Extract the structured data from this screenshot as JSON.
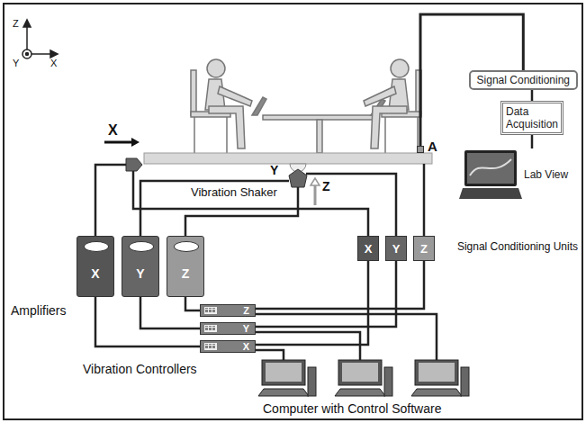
{
  "diagram": {
    "nodes": [
      {
        "text": [
          "A"
        ]
      },
      {
        "text": [
          "Signal Conditioning"
        ]
      },
      {
        "text": [
          "Data Acquisition"
        ]
      },
      {
        "text": [
          "Lab View"
        ]
      },
      {
        "text": [
          "X"
        ]
      },
      {
        "text": [
          "Y"
        ]
      },
      {
        "text": [
          "Z"
        ]
      },
      {
        "text": [
          "X"
        ]
      },
      {
        "text": [
          "Y"
        ]
      },
      {
        "text": [
          "Z"
        ]
      },
      {
        "text": [
          "Z"
        ]
      },
      {
        "text": [
          "Y"
        ]
      },
      {
        "text": [
          "X"
        ]
      }
    ],
    "edges": [
      {
        "from": 0,
        "to": 1,
        "arrow": "none"
      },
      {
        "from": 1,
        "to": 2,
        "arrow": "none"
      },
      {
        "from": 2,
        "to": 3,
        "arrow": "none"
      },
      {
        "from": 4,
        "to": 12,
        "arrow": "none"
      },
      {
        "from": 5,
        "to": 11,
        "arrow": "none"
      },
      {
        "from": 6,
        "to": 10,
        "arrow": "none"
      },
      {
        "from": 12,
        "to": 7,
        "arrow": "none"
      },
      {
        "from": 11,
        "to": 8,
        "arrow": "none"
      },
      {
        "from": 10,
        "to": 9,
        "arrow": "none"
      }
    ],
    "labels": [
      "Z",
      "Y",
      "X",
      "X",
      "Y",
      "Vibration Shaker",
      "Z",
      "Signal Conditioning Units",
      "Amplifiers",
      "Vibration Controllers",
      "Computer with Control Software"
    ]
  }
}
